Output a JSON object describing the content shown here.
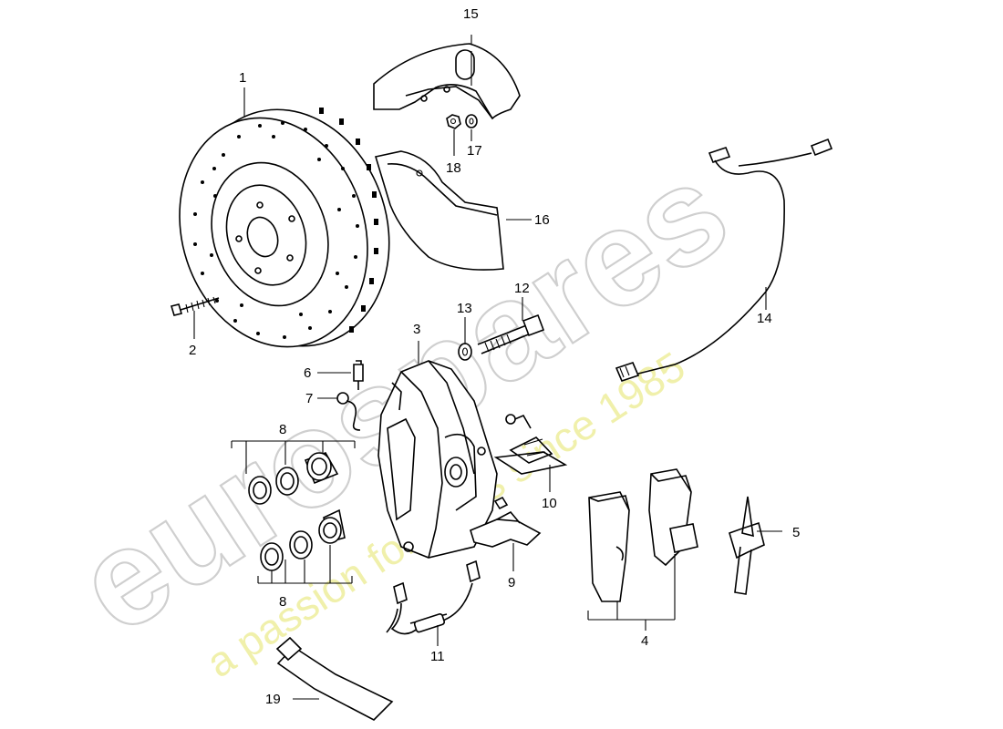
{
  "watermark": {
    "brand": "eurospares",
    "tagline": "a passion for parts since 1985"
  },
  "callouts": {
    "c1": "1",
    "c2": "2",
    "c3": "3",
    "c4": "4",
    "c5": "5",
    "c6": "6",
    "c7": "7",
    "c8a": "8",
    "c8b": "8",
    "c9": "9",
    "c10": "10",
    "c11": "11",
    "c12": "12",
    "c13": "13",
    "c14": "14",
    "c15": "15",
    "c16": "16",
    "c17": "17",
    "c18": "18",
    "c19": "19"
  }
}
